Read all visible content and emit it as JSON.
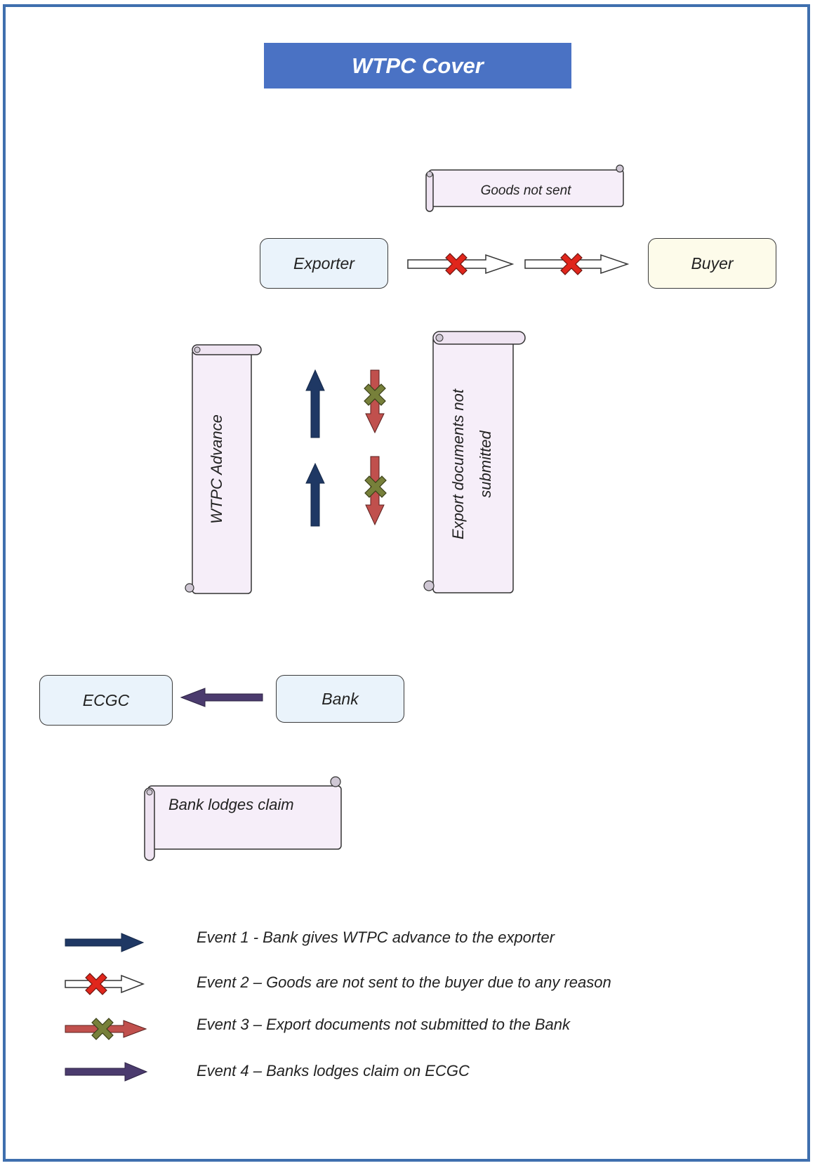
{
  "title": "WTPC Cover",
  "colors": {
    "frame_border": "#3f6fae",
    "title_bg": "#4a72c4",
    "node_blue": "#eaf3fb",
    "node_cream": "#fdfbea",
    "scroll_fill": "#f6eef9",
    "event1_arrow": "#1f3864",
    "event2_cross": "#e0261c",
    "event3_arrow": "#c0504d",
    "event3_cross": "#77803a",
    "event4_arrow": "#4b3b6e"
  },
  "nodes": {
    "exporter": "Exporter",
    "buyer": "Buyer",
    "ecgc": "ECGC",
    "bank": "Bank"
  },
  "scrolls": {
    "goods_not_sent": "Goods not sent",
    "wtpc_advance": "WTPC Advance",
    "export_docs_line1": "Export documents not",
    "export_docs_line2": "submitted",
    "bank_lodges_claim": "Bank lodges claim"
  },
  "legend": [
    {
      "icon": "event1-arrow-icon",
      "text": "Event 1 - Bank gives WTPC advance to the exporter"
    },
    {
      "icon": "event2-crossed-arrow-icon",
      "text": "Event 2 – Goods are not sent to the buyer due to any reason"
    },
    {
      "icon": "event3-crossed-arrow-icon",
      "text": "Event 3 – Export documents not submitted to the Bank"
    },
    {
      "icon": "event4-arrow-icon",
      "text": "Event 4 – Banks lodges claim on ECGC"
    }
  ]
}
